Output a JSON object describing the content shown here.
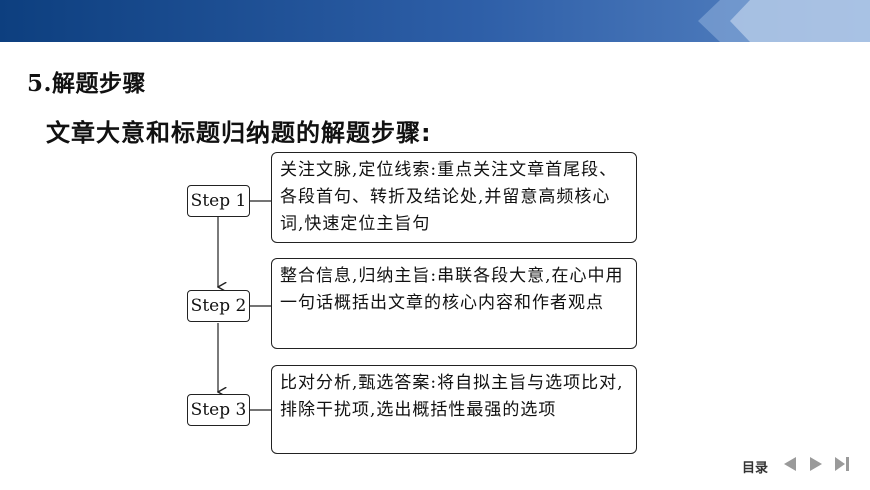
{
  "section_title": "5.解题步骤",
  "subtitle": "文章大意和标题归纳题的解题步骤:",
  "steps": [
    {
      "label": "Step 1",
      "description": "关注文脉,定位线索:重点关注文章首尾段、各段首句、转折及结论处,并留意高频核心词,快速定位主旨句"
    },
    {
      "label": "Step 2",
      "description": "整合信息,归纳主旨:串联各段大意,在心中用一句话概括出文章的核心内容和作者观点"
    },
    {
      "label": "Step 3",
      "description": "比对分析,甄选答案:将自拟主旨与选项比对,排除干扰项,选出概括性最强的选项"
    }
  ],
  "nav": {
    "toc_label": "目录",
    "prev_icon": "triangle-left-icon",
    "next_icon": "triangle-right-icon",
    "last_icon": "skip-to-end-icon"
  },
  "colors": {
    "topbar_dark": "#0d3f7f",
    "topbar_light": "#5a86c4",
    "nav_gray": "#9a9a9a"
  }
}
